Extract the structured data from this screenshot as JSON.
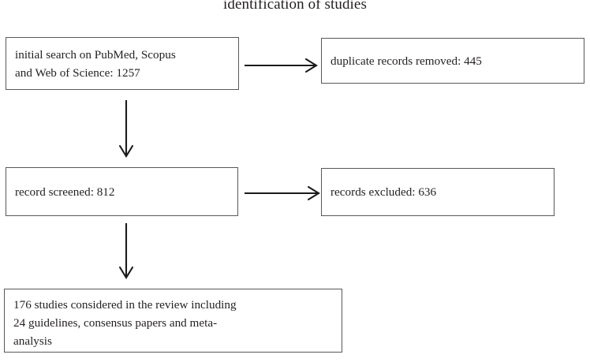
{
  "diagram": {
    "title": "identification of studies",
    "type": "prisma-flow-diagram",
    "background_color": "#ffffff",
    "box_border_color": "#58585a",
    "text_color": "#231f20",
    "arrow_color": "#1b1b1b",
    "boxes": [
      {
        "id": "initial-search",
        "text": "initial search on PubMed, Scopus\nand Web of Science: 1257",
        "count": 1257
      },
      {
        "id": "duplicates-removed",
        "text": "duplicate records removed: 445",
        "count": 445
      },
      {
        "id": "record-screened",
        "text": "record screened: 812",
        "count": 812
      },
      {
        "id": "records-excluded",
        "text": "records excluded: 636",
        "count": 636
      },
      {
        "id": "studies-included",
        "text": "176 studies considered in the review including\n24 guidelines, consensus papers and meta-\nanalysis",
        "count": 176
      }
    ],
    "arrows": [
      {
        "id": "search-to-duplicates",
        "direction": "right",
        "from": "initial-search",
        "to": "duplicates-removed"
      },
      {
        "id": "search-to-screened",
        "direction": "down",
        "from": "initial-search",
        "to": "record-screened"
      },
      {
        "id": "screened-to-excluded",
        "direction": "right",
        "from": "record-screened",
        "to": "records-excluded"
      },
      {
        "id": "screened-to-included",
        "direction": "down",
        "from": "record-screened",
        "to": "studies-included"
      }
    ]
  }
}
